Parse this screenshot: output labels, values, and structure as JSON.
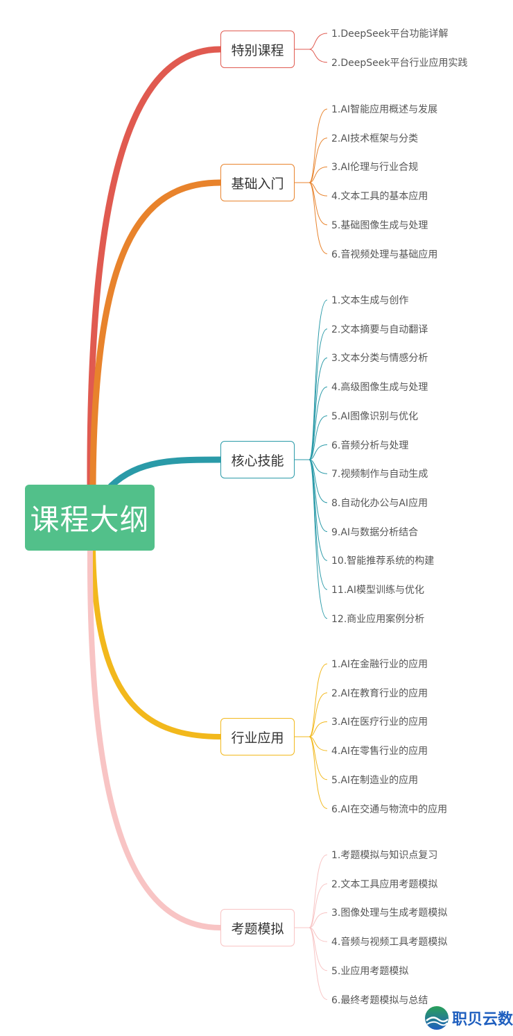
{
  "root": {
    "label": "课程大纲",
    "color": "#52c08a"
  },
  "branches": [
    {
      "label": "特别课程",
      "color": "#e05a50",
      "leaves": [
        "1.DeepSeek平台功能详解",
        "2.DeepSeek平台行业应用实践"
      ]
    },
    {
      "label": "基础入门",
      "color": "#e8832c",
      "leaves": [
        "1.AI智能应用概述与发展",
        "2.AI技术框架与分类",
        "3.AI伦理与行业合规",
        "4.文本工具的基本应用",
        "5.基础图像生成与处理",
        "6.音视频处理与基础应用"
      ]
    },
    {
      "label": "核心技能",
      "color": "#2a9aa8",
      "leaves": [
        "1.文本生成与创作",
        "2.文本摘要与自动翻译",
        "3.文本分类与情感分析",
        "4.高级图像生成与处理",
        "5.AI图像识别与优化",
        "6.音频分析与处理",
        "7.视频制作与自动生成",
        "8.自动化办公与AI应用",
        "9.AI与数据分析结合",
        "10.智能推荐系统的构建",
        "11.AI模型训练与优化",
        "12.商业应用案例分析"
      ]
    },
    {
      "label": "行业应用",
      "color": "#f2b81c",
      "leaves": [
        "1.AI在金融行业的应用",
        "2.AI在教育行业的应用",
        "3.AI在医疗行业的应用",
        "4.AI在零售行业的应用",
        "5.AI在制造业的应用",
        "6.AI在交通与物流中的应用"
      ]
    },
    {
      "label": "考题模拟",
      "color": "#f8c4c4",
      "leaves": [
        "1.考题模拟与知识点复习",
        "2.文本工具应用考题模拟",
        "3.图像处理与生成考题模拟",
        "4.音频与视频工具考题模拟",
        "5.业应用考题模拟",
        "6.最终考题模拟与总结"
      ]
    }
  ],
  "watermark": {
    "text": "职贝云数",
    "color": "#1f5fbf"
  }
}
